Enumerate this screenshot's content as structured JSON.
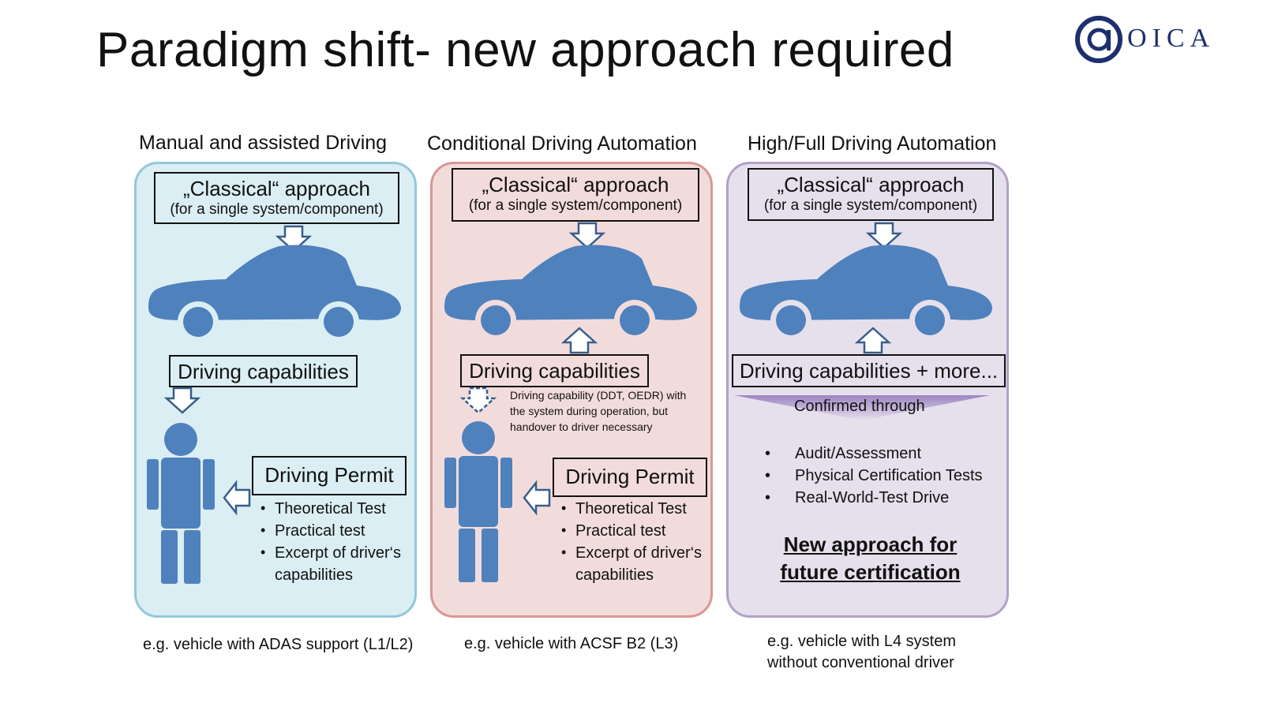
{
  "slide": {
    "title": "Paradigm shift- new approach required",
    "logo_text": "OICA"
  },
  "columns": [
    {
      "heading": "Manual and assisted Driving",
      "classical_main": "„Classical“ approach",
      "classical_sub": "(for a single system/component)",
      "capabilities": "Driving capabilities",
      "permit_title": "Driving Permit",
      "permit_items": [
        "Theoretical Test",
        "Practical test",
        "Excerpt of driver‘s capabilities"
      ],
      "caption": "e.g. vehicle with ADAS support (L1/L2)"
    },
    {
      "heading": "Conditional Driving Automation",
      "classical_main": "„Classical“ approach",
      "classical_sub": "(for a single system/component)",
      "capabilities": "Driving capabilities",
      "note_lines": [
        "Driving capability (DDT, OEDR) with",
        "the system during operation, but",
        "handover to driver necessary"
      ],
      "permit_title": "Driving Permit",
      "permit_items": [
        "Theoretical Test",
        "Practical test",
        "Excerpt of driver‘s capabilities"
      ],
      "caption": "e.g. vehicle with ACSF B2 (L3)"
    },
    {
      "heading": "High/Full Driving Automation",
      "classical_main": "„Classical“ approach",
      "classical_sub": "(for a single system/component)",
      "capabilities": "Driving capabilities + more...",
      "confirmed": "Confirmed through",
      "confirm_items": [
        "Audit/Assessment",
        "Physical Certification Tests",
        "Real-World-Test Drive"
      ],
      "new_approach_lines": [
        "New approach for",
        "future certification"
      ],
      "caption_lines": [
        "e.g. vehicle with L4 system",
        "without conventional driver"
      ]
    }
  ],
  "colors": {
    "panel1_fill": "#dbeef3",
    "panel2_fill": "#f2dcdb",
    "panel3_fill": "#e6e0ec",
    "figure_blue": "#4f81bd",
    "arrow_outline": "#385d8a"
  }
}
